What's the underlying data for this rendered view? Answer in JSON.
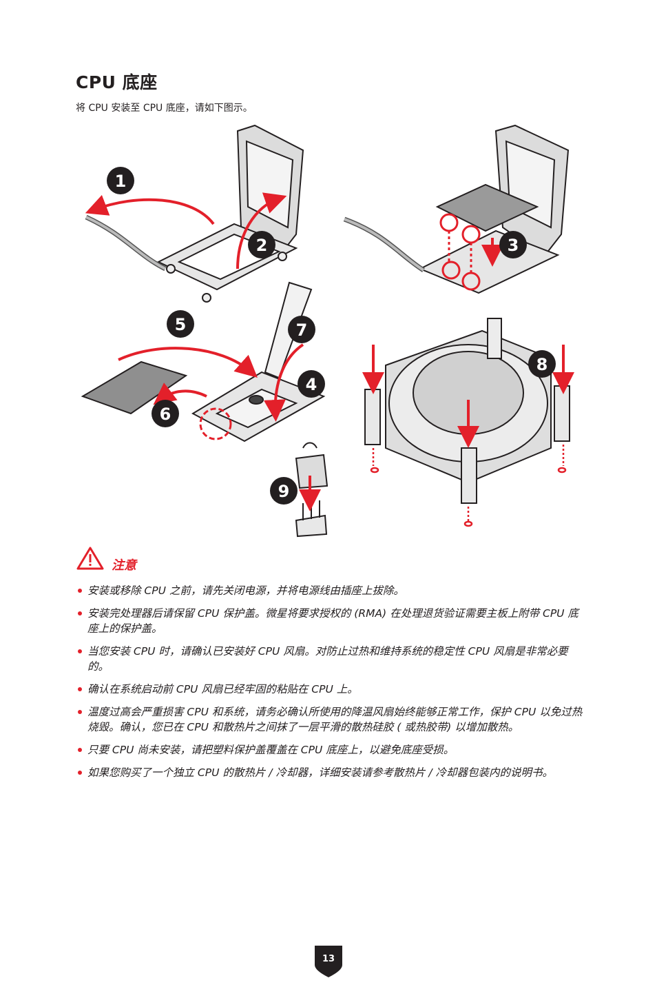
{
  "page": {
    "title": "CPU 底座",
    "intro": "将 CPU 安装至 CPU 底座，请如下图示。",
    "page_number": "13"
  },
  "figure": {
    "steps": [
      "1",
      "2",
      "3",
      "4",
      "5",
      "6",
      "7",
      "8",
      "9"
    ],
    "accent_color": "#e3202a"
  },
  "notice": {
    "label": "注意",
    "icon": "warning-triangle-icon",
    "items": [
      "安装或移除 CPU 之前，请先关闭电源，并将电源线由插座上拔除。",
      "安装完处理器后请保留 CPU 保护盖。微星将要求授权的 (RMA) 在处理退货验证需要主板上附带 CPU 底座上的保护盖。",
      "当您安装 CPU 时，请确认已安装好 CPU 风扇。对防止过热和维持系统的稳定性 CPU 风扇是非常必要的。",
      "确认在系统启动前 CPU 风扇已经牢固的粘贴在 CPU 上。",
      "温度过高会严重损害 CPU 和系统，请务必确认所使用的降温风扇始终能够正常工作，保护 CPU 以免过热烧毁。确认，您已在 CPU 和散热片之间抹了一层平滑的散热硅胶 ( 或热胶带) 以增加散热。",
      "只要 CPU 尚未安装，请把塑料保护盖覆盖在 CPU 底座上，以避免底座受损。",
      "如果您购买了一个独立 CPU 的散热片 / 冷却器，详细安装请参考散热片 / 冷却器包装内的说明书。"
    ]
  }
}
